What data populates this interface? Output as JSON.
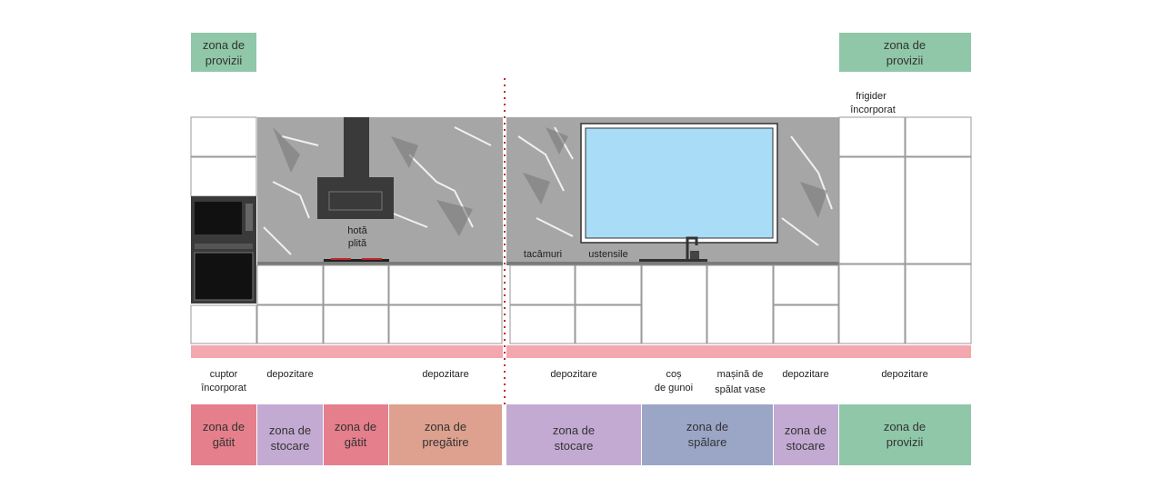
{
  "top_zones": [
    {
      "lines": [
        "zona de",
        "provizii"
      ],
      "color": "#8fc7a8"
    },
    {
      "lines": [
        "zona de",
        "provizii"
      ],
      "color": "#8fc7a8"
    }
  ],
  "upper_labels": {
    "fridge": [
      "frigider",
      "încorporat"
    ],
    "hood": [
      "hotă",
      "plită"
    ],
    "cutlery": "tacâmuri",
    "utensils": "ustensile"
  },
  "bottom_labels": {
    "oven": [
      "cuptor",
      "încorporat"
    ],
    "storage_1": "depozitare",
    "storage_2": "depozitare",
    "storage_3": "depozitare",
    "trash": [
      "coș",
      "de gunoi"
    ],
    "dishwasher": [
      "mașină de",
      "spălat vase"
    ],
    "storage_4": "depozitare",
    "storage_5": "depozitare"
  },
  "bottom_zones": [
    {
      "lines": [
        "zona de",
        "gătit"
      ],
      "color": "#e57f8c"
    },
    {
      "lines": [
        "zona de",
        "stocare"
      ],
      "color": "#c3aad2"
    },
    {
      "lines": [
        "zona de",
        "gătit"
      ],
      "color": "#e57f8c"
    },
    {
      "lines": [
        "zona de",
        "pregătire"
      ],
      "color": "#dea08f"
    },
    {
      "lines": [
        "zona de",
        "stocare"
      ],
      "color": "#c3aad2"
    },
    {
      "lines": [
        "zona de",
        "spălare"
      ],
      "color": "#9ba6c6"
    },
    {
      "lines": [
        "zona de",
        "stocare"
      ],
      "color": "#c3aad2"
    },
    {
      "lines": [
        "zona de",
        "provizii"
      ],
      "color": "#8fc7a8"
    }
  ],
  "colors": {
    "backsplash": "#a6a6a6",
    "window_glass": "#a8dcf7",
    "plinth": "#f4a7ae",
    "divider": "#c0272d",
    "appliance": "#3a3a3a"
  }
}
